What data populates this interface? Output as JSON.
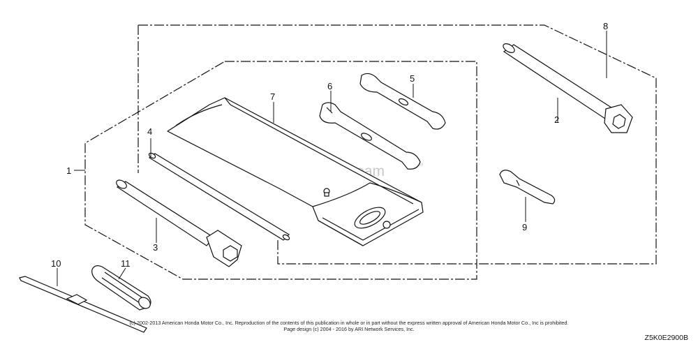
{
  "diagram": {
    "watermark": "ARI PartStream",
    "watermark_tm": "TM",
    "callouts": [
      {
        "id": "1",
        "text": "1"
      },
      {
        "id": "2",
        "text": "2"
      },
      {
        "id": "3",
        "text": "3"
      },
      {
        "id": "4",
        "text": "4"
      },
      {
        "id": "5",
        "text": "5"
      },
      {
        "id": "6",
        "text": "6"
      },
      {
        "id": "7",
        "text": "7"
      },
      {
        "id": "8",
        "text": "8"
      },
      {
        "id": "9",
        "text": "9"
      },
      {
        "id": "10",
        "text": "10"
      },
      {
        "id": "11",
        "text": "11"
      }
    ],
    "copyright_line1": "(c) 2002-2013 American Honda Motor Co., Inc. Reproduction of the contents of this publication in whole or in part without the express written approval of American Honda Motor Co., Inc is prohibited.",
    "copyright_line2": "Page design (c) 2004 - 2016 by ARI Network Services, Inc.",
    "drawing_code": "Z5K0E2900B",
    "colors": {
      "line": "#111111",
      "watermark": "#c9c9c9",
      "background": "#ffffff"
    }
  }
}
